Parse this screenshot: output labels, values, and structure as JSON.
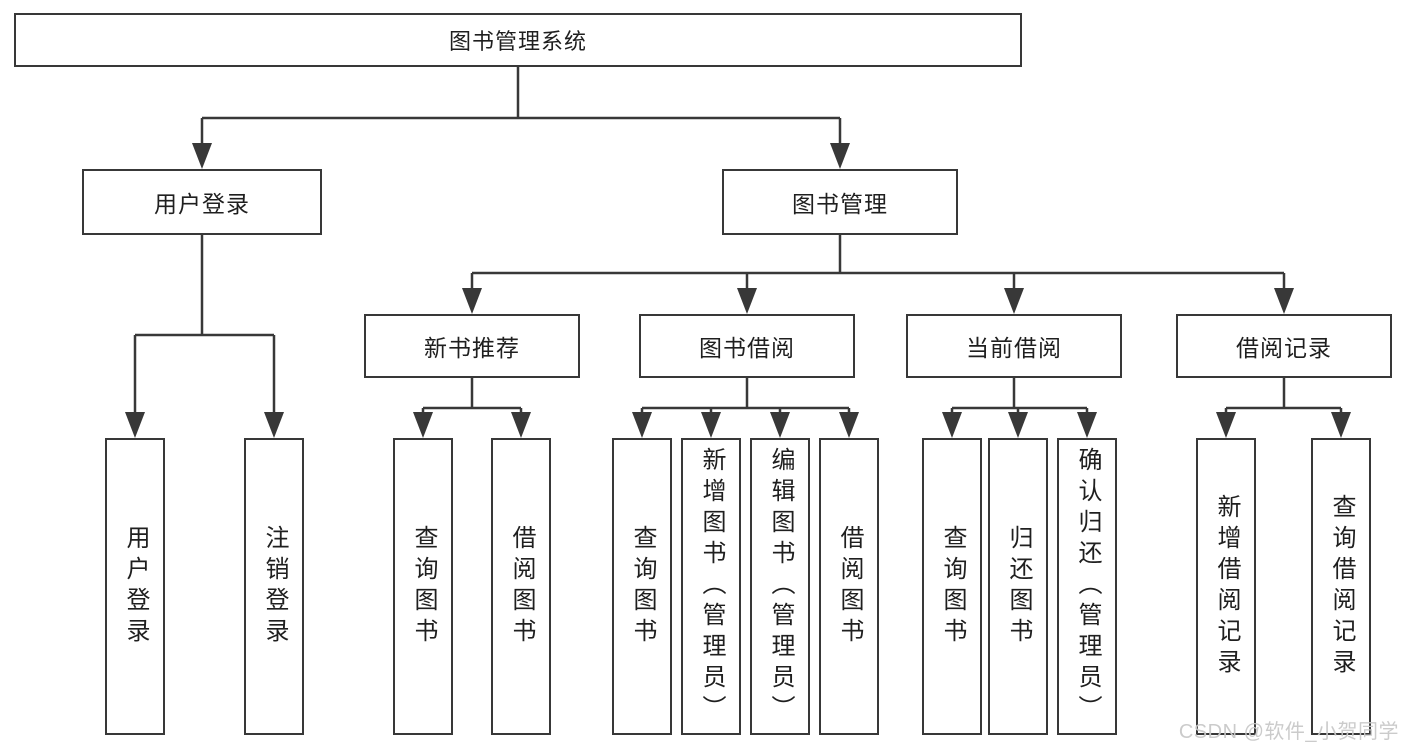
{
  "tree": {
    "label": "图书管理系统",
    "children": [
      {
        "label": "用户登录",
        "children": [
          {
            "label": "用户登录"
          },
          {
            "label": "注销登录"
          }
        ]
      },
      {
        "label": "图书管理",
        "children": [
          {
            "label": "新书推荐",
            "children": [
              {
                "label": "查询图书"
              },
              {
                "label": "借阅图书"
              }
            ]
          },
          {
            "label": "图书借阅",
            "children": [
              {
                "label": "查询图书"
              },
              {
                "label": "新增图书（管理员）"
              },
              {
                "label": "编辑图书（管理员）"
              },
              {
                "label": "借阅图书"
              }
            ]
          },
          {
            "label": "当前借阅",
            "children": [
              {
                "label": "查询图书"
              },
              {
                "label": "归还图书"
              },
              {
                "label": "确认归还（管理员）"
              }
            ]
          },
          {
            "label": "借阅记录",
            "children": [
              {
                "label": "新增借阅记录"
              },
              {
                "label": "查询借阅记录"
              }
            ]
          }
        ]
      }
    ]
  },
  "watermark": {
    "text": "CSDN @软件_小贺同学"
  },
  "colors": {
    "line": "#383838",
    "box_border": "#383838",
    "text": "#1f1f1f",
    "background": "#ffffff",
    "watermark": "#c9c9c9"
  }
}
